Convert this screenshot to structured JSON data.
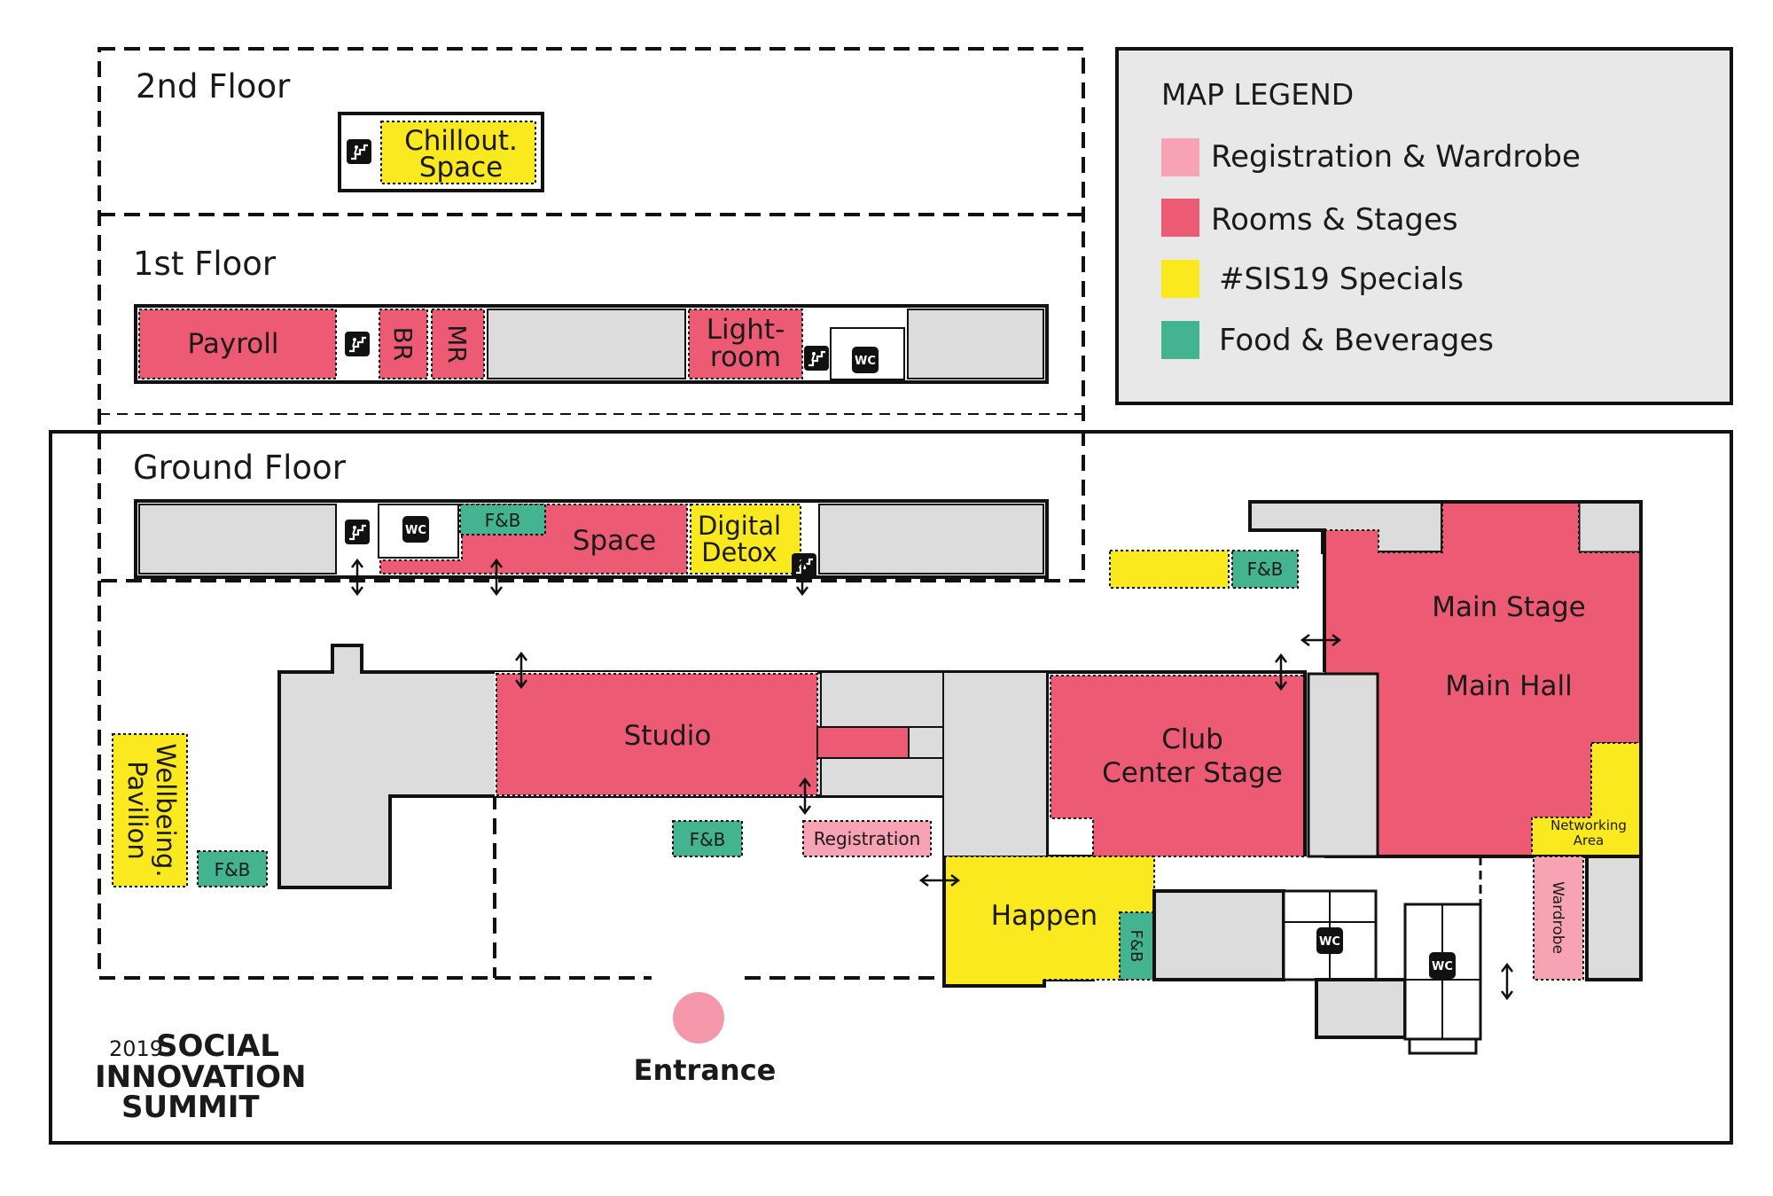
{
  "colors": {
    "registration": "#f7a3b4",
    "rooms": "#ec5b73",
    "specials": "#fae91f",
    "food": "#43b48f",
    "gray": "#dcdcdc",
    "legend_bg": "#e8e8e8",
    "entrance": "#f497aa"
  },
  "floors": {
    "second": "2nd Floor",
    "first": "1st Floor",
    "ground": "Ground Floor"
  },
  "legend": {
    "title": "MAP LEGEND",
    "items": [
      {
        "label": "Registration & Wardrobe",
        "color": "#f7a3b4"
      },
      {
        "label": "Rooms & Stages",
        "color": "#ec5b73"
      },
      {
        "label": "#SIS19 Specials",
        "color": "#fae91f"
      },
      {
        "label": "Food & Beverages",
        "color": "#43b48f"
      }
    ]
  },
  "rooms": {
    "chillout_1": "Chillout.",
    "chillout_2": "Space",
    "payroll": "Payroll",
    "br": "BR",
    "mr": "MR",
    "lightroom_1": "Light-",
    "lightroom_2": "room",
    "space": "Space",
    "digital_detox_1": "Digital",
    "digital_detox_2": "Detox",
    "main_stage": "Main Stage",
    "main_hall": "Main Hall",
    "studio": "Studio",
    "club_1": "Club",
    "club_2": "Center Stage",
    "networking_1": "Networking",
    "networking_2": "Area",
    "wellbeing_1": "Wellbeing.",
    "wellbeing_2": "Pavilion",
    "happen": "Happen",
    "wardrobe": "Wardrobe",
    "registration": "Registration",
    "fb": "F&B",
    "wc": "WC"
  },
  "entrance": "Entrance",
  "logo": {
    "year": "2019",
    "line1": "SOCIAL",
    "line2": "INNOVATION",
    "line3": "SUMMIT"
  }
}
